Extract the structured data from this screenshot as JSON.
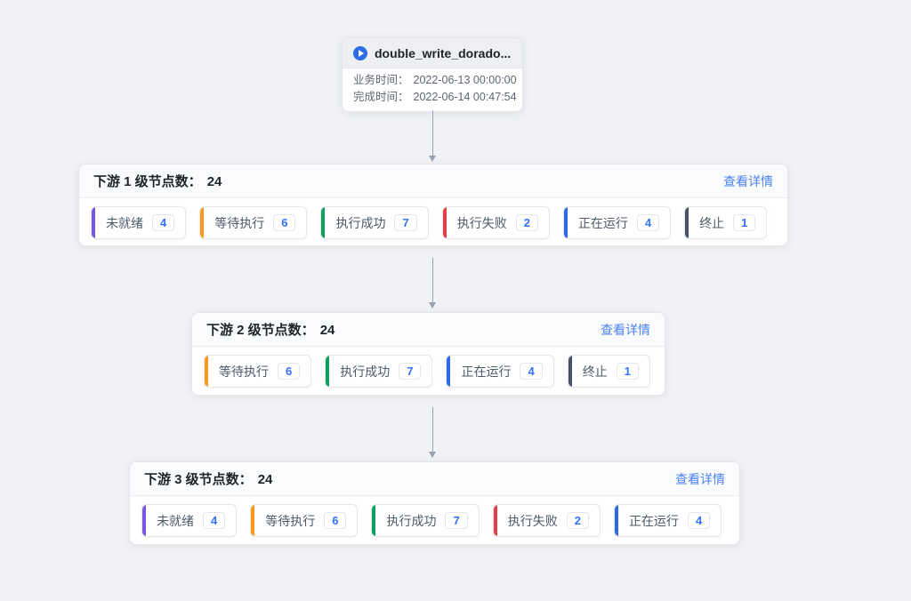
{
  "root_card": {
    "title": "double_write_dorado...",
    "fields": [
      {
        "label": "业务时间：",
        "value": "2022-06-13 00:00:00"
      },
      {
        "label": "完成时间：",
        "value": "2022-06-14 00:47:54"
      }
    ]
  },
  "panels": [
    {
      "title": "下游 1 级节点数：",
      "count": "24",
      "detail_link": "查看详情",
      "badges": [
        {
          "label": "未就绪",
          "count": "4",
          "color": "#7b56e0"
        },
        {
          "label": "等待执行",
          "count": "6",
          "color": "#f9981e"
        },
        {
          "label": "执行成功",
          "count": "7",
          "color": "#0ba15c"
        },
        {
          "label": "执行失败",
          "count": "2",
          "color": "#e24047"
        },
        {
          "label": "正在运行",
          "count": "4",
          "color": "#2e6ae8"
        },
        {
          "label": "终止",
          "count": "1",
          "color": "#475266"
        }
      ]
    },
    {
      "title": "下游 2 级节点数：",
      "count": "24",
      "detail_link": "查看详情",
      "badges": [
        {
          "label": "等待执行",
          "count": "6",
          "color": "#f9981e"
        },
        {
          "label": "执行成功",
          "count": "7",
          "color": "#0ba15c"
        },
        {
          "label": "正在运行",
          "count": "4",
          "color": "#2e6ae8"
        },
        {
          "label": "终止",
          "count": "1",
          "color": "#475266"
        }
      ]
    },
    {
      "title": "下游 3 级节点数：",
      "count": "24",
      "detail_link": "查看详情",
      "badges": [
        {
          "label": "未就绪",
          "count": "4",
          "color": "#7b56e0"
        },
        {
          "label": "等待执行",
          "count": "6",
          "color": "#f9981e"
        },
        {
          "label": "执行成功",
          "count": "7",
          "color": "#0ba15c"
        },
        {
          "label": "执行失败",
          "count": "2",
          "color": "#e24047"
        },
        {
          "label": "正在运行",
          "count": "4",
          "color": "#2e6ae8"
        }
      ]
    }
  ],
  "colors": {
    "page_background": "#f0f2f5",
    "panel_header_background": "#fafbfc",
    "link_blue": "#4a82f0",
    "count_blue": "#3370ff",
    "arrow_gray": "#98a1ae",
    "play_icon_blue": "#2d6ce8"
  }
}
